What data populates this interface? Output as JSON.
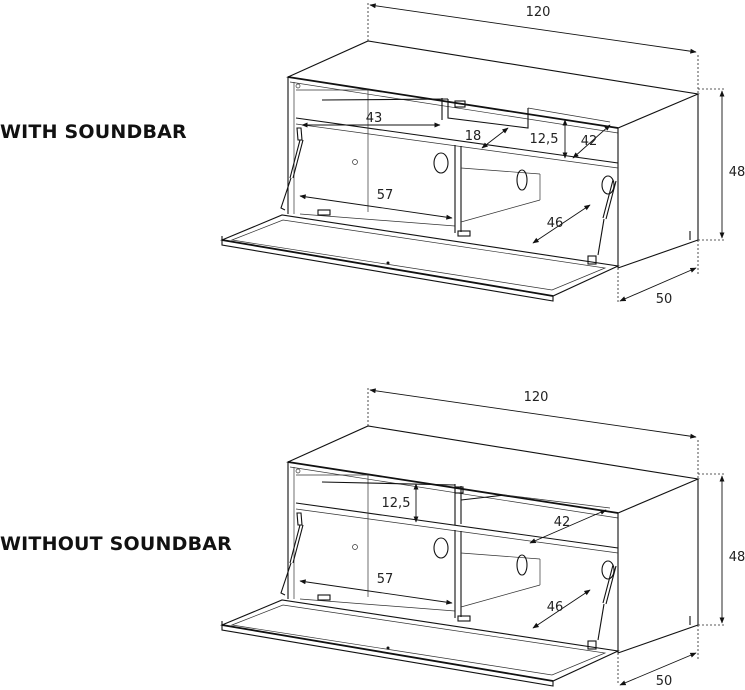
{
  "sections": [
    {
      "title": "WITH SOUNDBAR",
      "dimensions": {
        "width": "120",
        "height": "48",
        "depth": "50",
        "upper_width": "43",
        "soundbar_width": "18",
        "soundbar_height": "12,5",
        "shelf_depth": "42",
        "lower_width": "57",
        "lower_depth": "46"
      }
    },
    {
      "title": "WITHOUT SOUNDBAR",
      "dimensions": {
        "width": "120",
        "height": "48",
        "depth": "50",
        "shelf_height": "12,5",
        "shelf_depth": "42",
        "lower_width": "57",
        "lower_depth": "46"
      }
    }
  ]
}
